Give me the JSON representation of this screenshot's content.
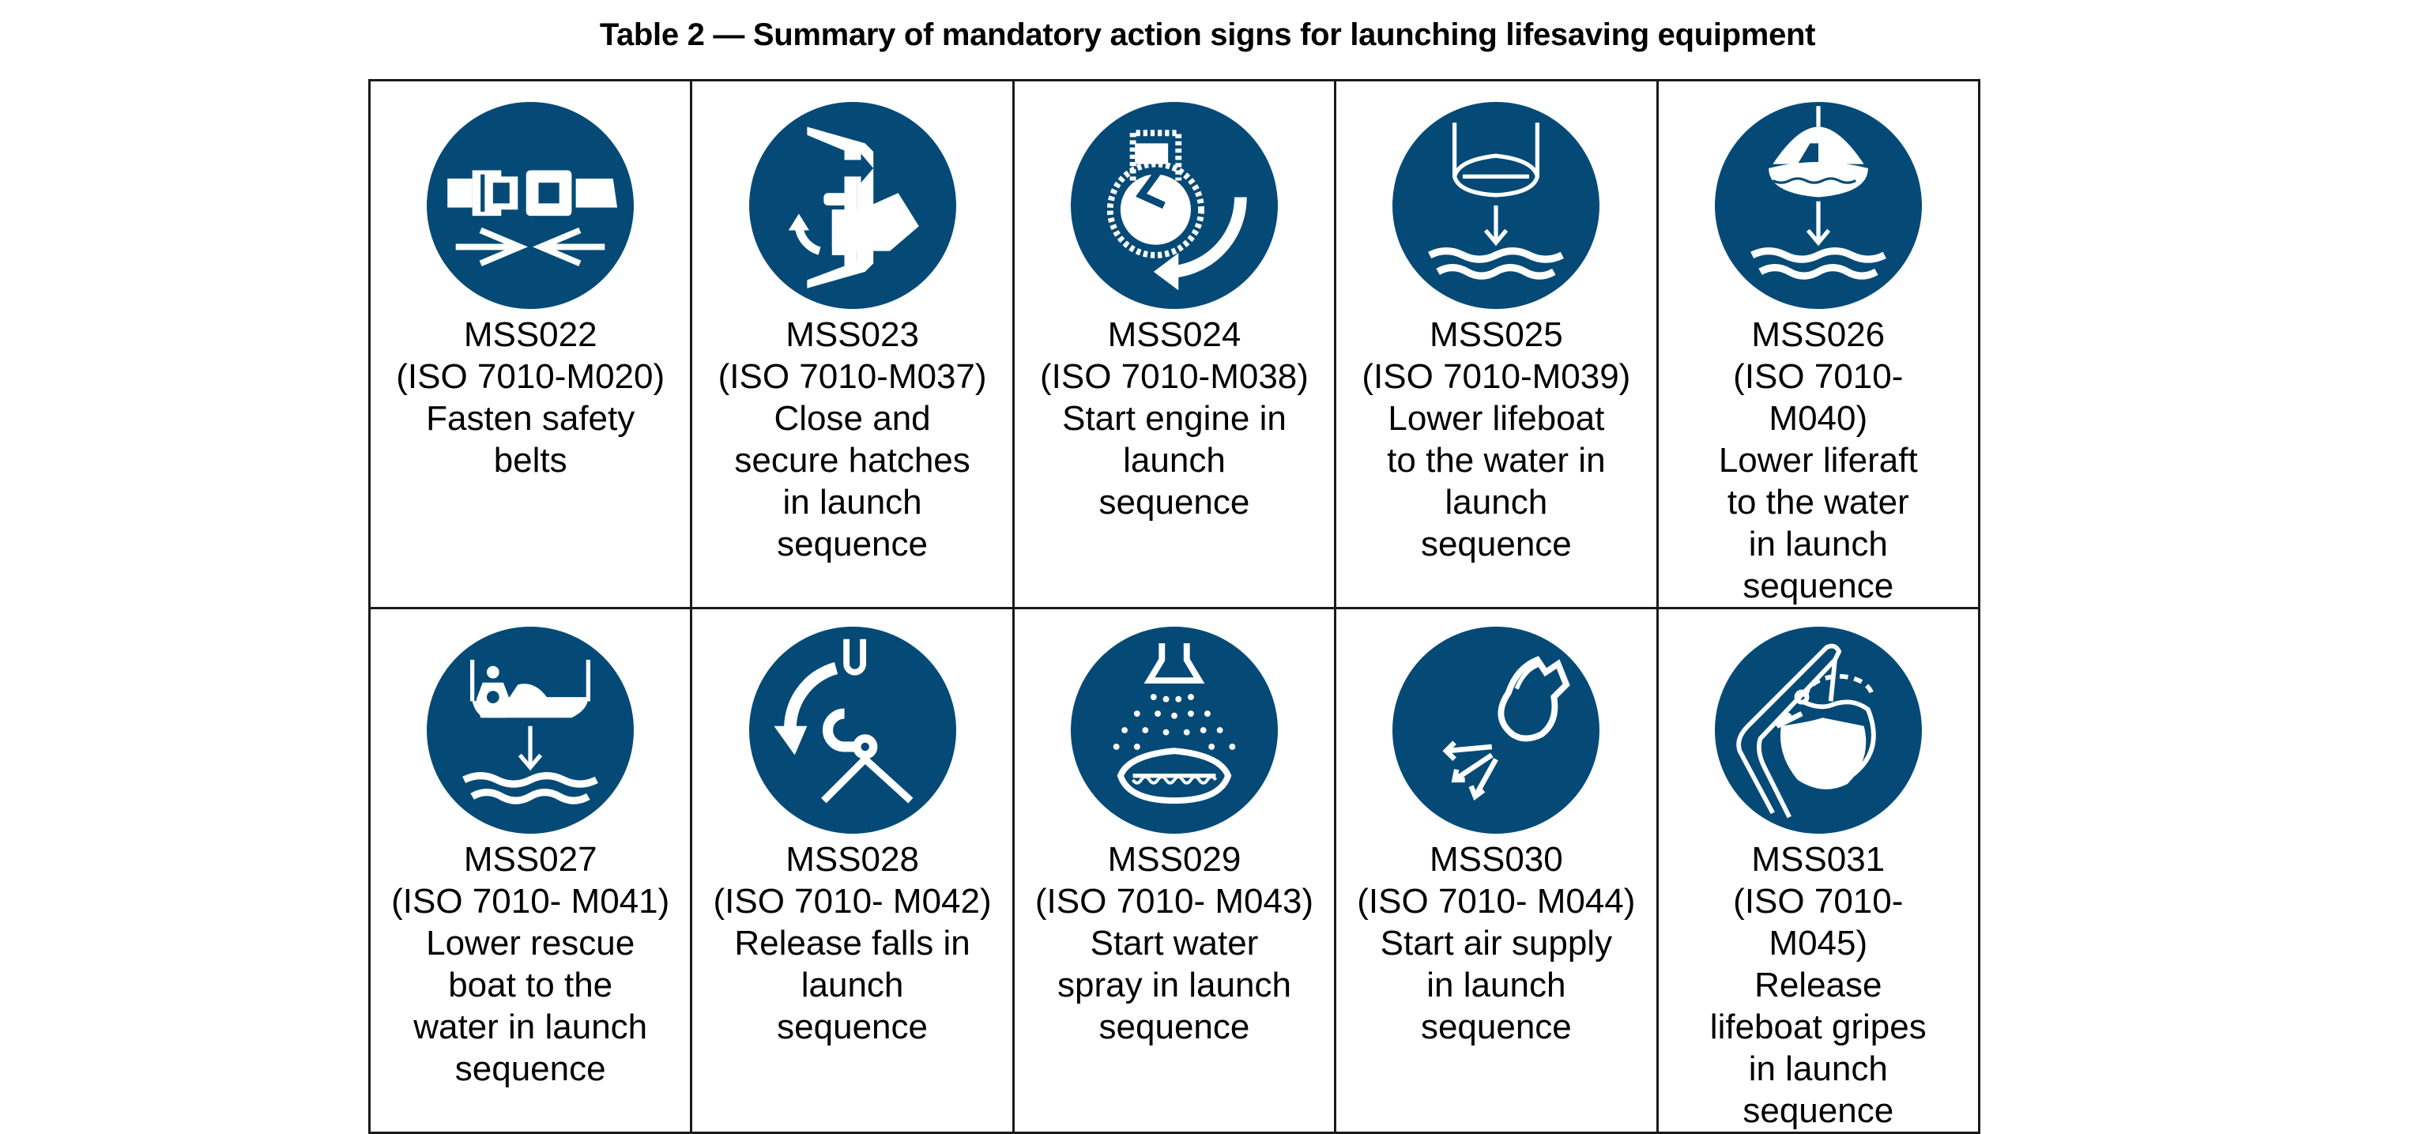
{
  "title": "Table 2 — Summary of mandatory action signs for launching lifesaving equipment",
  "colors": {
    "sign_blue": "#054A76",
    "pictogram": "#ffffff",
    "border": "#1a1a1a",
    "text": "#000000"
  },
  "rows": [
    {
      "cells": [
        {
          "code": "MSS022",
          "iso": "(ISO 7010-M020)",
          "desc": "Fasten safety belts",
          "icon": "seat-belt-icon"
        },
        {
          "code": "MSS023",
          "iso": "(ISO 7010-M037)",
          "desc": "Close and secure hatches in launch sequence",
          "icon": "hatch-handle-icon"
        },
        {
          "code": "MSS024",
          "iso": "(ISO 7010-M038)",
          "desc": "Start engine in launch sequence",
          "icon": "engine-start-icon"
        },
        {
          "code": "MSS025",
          "iso": "(ISO 7010-M039)",
          "desc": "Lower lifeboat to the water in launch sequence",
          "icon": "lower-lifeboat-icon"
        },
        {
          "code": "MSS026",
          "iso": "(ISO 7010-M040)",
          "desc": "Lower liferaft to the water in launch sequence",
          "icon": "lower-liferaft-icon"
        }
      ]
    },
    {
      "cells": [
        {
          "code": "MSS027",
          "iso": "(ISO 7010- M041)",
          "desc": "Lower rescue boat to the water in launch sequence",
          "icon": "lower-rescue-boat-icon"
        },
        {
          "code": "MSS028",
          "iso": "(ISO 7010- M042)",
          "desc": "Release falls in launch sequence",
          "icon": "release-falls-icon"
        },
        {
          "code": "MSS029",
          "iso": "(ISO 7010- M043)",
          "desc": "Start water spray in launch sequence",
          "icon": "water-spray-icon"
        },
        {
          "code": "MSS030",
          "iso": "(ISO 7010- M044)",
          "desc": "Start air supply in launch sequence",
          "icon": "air-supply-icon"
        },
        {
          "code": "MSS031",
          "iso": "(ISO 7010- M045)",
          "desc": "Release lifeboat gripes in launch sequence",
          "icon": "release-gripes-icon"
        }
      ]
    }
  ]
}
